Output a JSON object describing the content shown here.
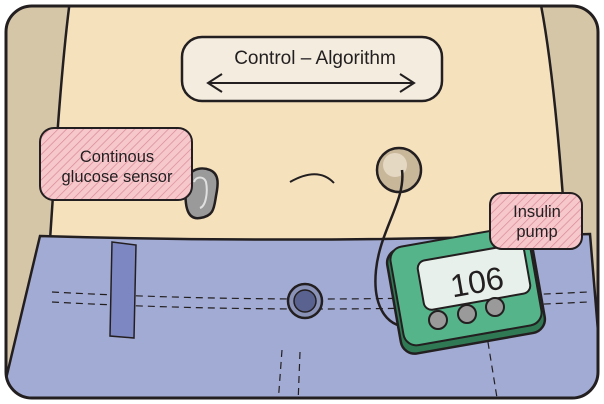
{
  "labels": {
    "control_algorithm": "Control – Algorithm",
    "cgm_line1": "Continous",
    "cgm_line2": "glucose sensor",
    "pump_line1": "Insulin",
    "pump_line2": "pump"
  },
  "pump_display": {
    "reading": "106"
  },
  "colors": {
    "skin": "#f6e1bd",
    "skin_shadow": "#d6c6a8",
    "jeans": "#a2abd4",
    "belt_loop": "#7d88c3",
    "label_pink": "#f6c8cc",
    "algorithm_box": "#f3ecdf",
    "pump_green": "#56b48a",
    "pump_screen": "#e7f0ea",
    "sensor_gray": "#9a9a9a",
    "infusion_site": "#c9b79a",
    "outline": "#231f20"
  }
}
